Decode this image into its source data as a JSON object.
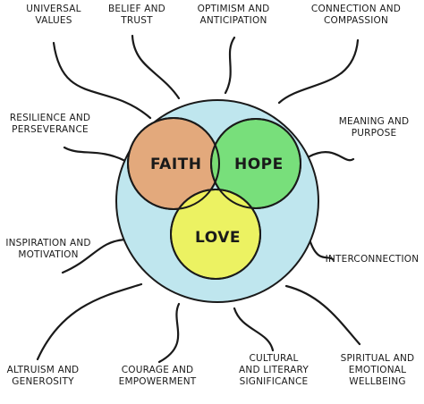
{
  "venn": {
    "faith": "Faith",
    "hope": "Hope",
    "love": "Love"
  },
  "labels": [
    {
      "key": "universal",
      "line1": "Universal",
      "line2": "Values"
    },
    {
      "key": "belief",
      "line1": "Belief and",
      "line2": "Trust"
    },
    {
      "key": "optimism",
      "line1": "Optimism and",
      "line2": "Anticipation"
    },
    {
      "key": "connection",
      "line1": "Connection and",
      "line2": "Compassion"
    },
    {
      "key": "resilience",
      "line1": "Resilience and",
      "line2": "Perseverance"
    },
    {
      "key": "meaning",
      "line1": "Meaning and",
      "line2": "Purpose"
    },
    {
      "key": "inspiration",
      "line1": "Inspiration and",
      "line2": "Motivation"
    },
    {
      "key": "interconnection",
      "line1": "Interconnection",
      "line2": ""
    },
    {
      "key": "altruism",
      "line1": "Altruism and",
      "line2": "Generosity"
    },
    {
      "key": "courage",
      "line1": "Courage and",
      "line2": "Empowerment"
    },
    {
      "key": "cultural",
      "line1": "Cultural",
      "line2": "and Literary",
      "line3": "Significance"
    },
    {
      "key": "spiritual",
      "line1": "Spiritual and",
      "line2": "Emotional",
      "line3": "Wellbeing"
    }
  ],
  "colors": {
    "outer_circle": "#bfe6ee",
    "faith": "#e3a97c",
    "hope": "#74de74",
    "love": "#eef25a",
    "stroke": "#1a1a1a"
  }
}
